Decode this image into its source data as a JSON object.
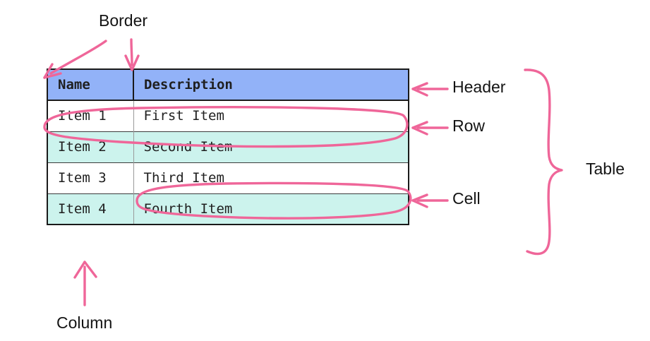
{
  "diagram": {
    "title": "HTML table anatomy diagram",
    "background_color": "#ffffff",
    "annotation_color": "#ef6699",
    "header_color": "#92b2f8",
    "zebra_color": "#ccf3ed",
    "border_color": "#1a1a1a"
  },
  "table": {
    "columns": [
      "Name",
      "Description"
    ],
    "rows": [
      {
        "name": "Item 1",
        "description": "First Item"
      },
      {
        "name": "Item 2",
        "description": "Second Item"
      },
      {
        "name": "Item 3",
        "description": "Third Item"
      },
      {
        "name": "Item 4",
        "description": "Fourth Item"
      }
    ]
  },
  "annotations": {
    "border": "Border",
    "header": "Header",
    "row": "Row",
    "cell": "Cell",
    "table": "Table",
    "column": "Column"
  }
}
